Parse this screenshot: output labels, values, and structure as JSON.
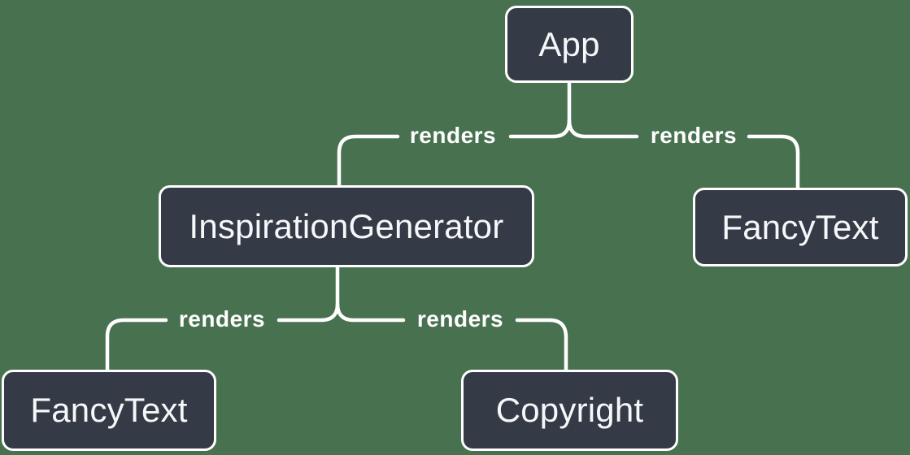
{
  "diagram": {
    "title": "react-component-render-tree",
    "colors": {
      "background": "#487150",
      "node_fill": "#343A46",
      "node_border": "#FFFFFF",
      "node_text": "#F6F7F9",
      "edge_line": "#FFFFFF",
      "edge_label_text": "#FFFFFF"
    },
    "nodes": [
      {
        "id": "app",
        "label": "App"
      },
      {
        "id": "inspiration-generator",
        "label": "InspirationGenerator"
      },
      {
        "id": "fancy-text-top",
        "label": "FancyText"
      },
      {
        "id": "fancy-text-bottom",
        "label": "FancyText"
      },
      {
        "id": "copyright",
        "label": "Copyright"
      }
    ],
    "edges": [
      {
        "from": "App",
        "to": "InspirationGenerator",
        "label": "renders"
      },
      {
        "from": "App",
        "to": "FancyText",
        "label": "renders"
      },
      {
        "from": "InspirationGenerator",
        "to": "FancyText",
        "label": "renders"
      },
      {
        "from": "InspirationGenerator",
        "to": "Copyright",
        "label": "renders"
      }
    ]
  }
}
